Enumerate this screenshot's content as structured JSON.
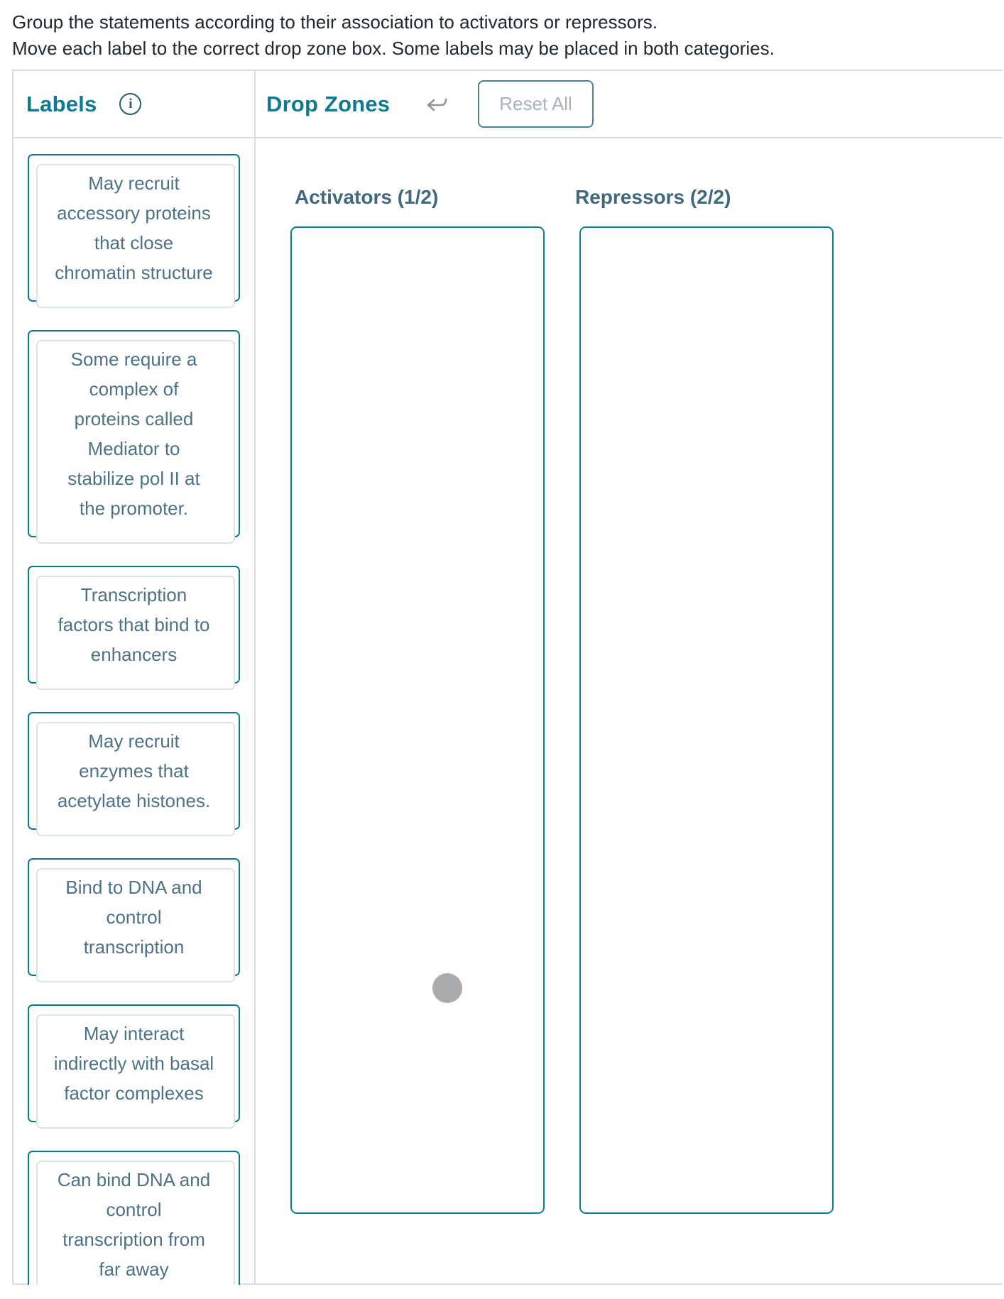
{
  "instructions": {
    "line1": "Group the statements according to their association to activators or repressors.",
    "line2": "Move each label to the correct drop zone box. Some labels may be placed in both categories."
  },
  "labels_panel": {
    "title": "Labels",
    "info_icon": "info-icon",
    "cards": [
      {
        "text": "May recruit\naccessory proteins\nthat close\nchromatin structure"
      },
      {
        "text": "Some require a\ncomplex of\nproteins called\nMediator to\nstabilize pol II at\nthe promoter."
      },
      {
        "text": "Transcription\nfactors that bind to\nenhancers"
      },
      {
        "text": "May recruit\nenzymes that\nacetylate histones."
      },
      {
        "text": "Bind to DNA and\ncontrol\ntranscription"
      },
      {
        "text": "May interact\nindirectly with basal\nfactor complexes"
      },
      {
        "text": "Can bind DNA and\ncontrol\ntranscription from\nfar away"
      }
    ]
  },
  "drop_zones_panel": {
    "title": "Drop Zones",
    "undo_icon": "undo-arrow-icon",
    "reset_button": "Reset All",
    "zones": [
      {
        "title": "Activators (1/2)"
      },
      {
        "title": "Repressors (2/2)"
      }
    ]
  },
  "colors": {
    "accent_teal": "#0d7a90",
    "card_text": "#4e7285",
    "zone_title_text": "#40697b",
    "divider_gray": "#d8dee3",
    "disabled_text": "#a7b3ba",
    "drag_dot_gray": "#a9abad"
  }
}
